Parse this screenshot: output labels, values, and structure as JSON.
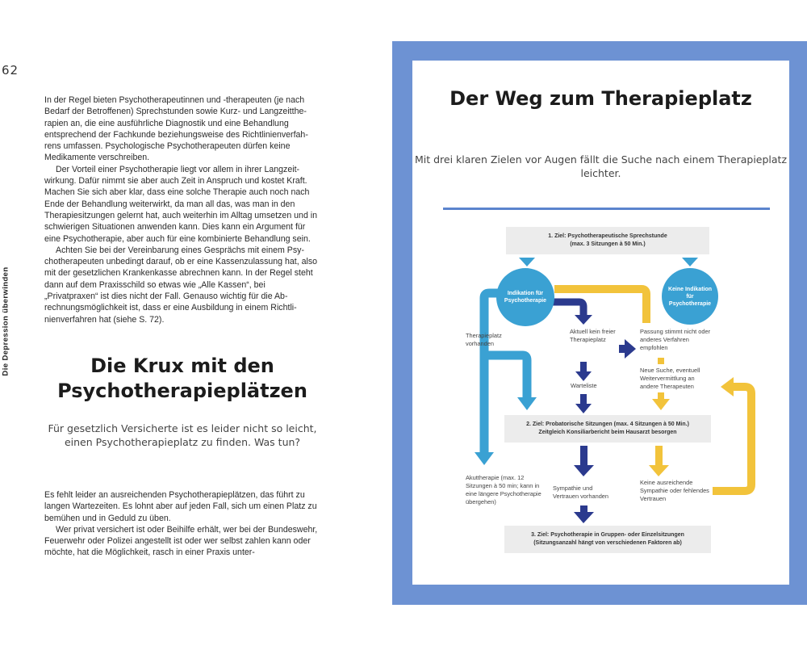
{
  "page": {
    "number": "62",
    "side_title": "Die Depression überwinden"
  },
  "left": {
    "top_paragraphs": [
      "In der Regel bieten Psychotherapeutinnen und -therapeuten (je nach Bedarf der Betroffenen) Sprechstunden sowie Kurz- und Langzeitthe­rapien an, die eine ausführliche Diagnostik und eine Behandlung entsprechend der Fachkunde beziehungsweise des Richtlinienverfah­rens umfassen. Psychologische Psychotherapeuten dürfen keine Medikamente verschreiben.",
      "Der Vorteil einer Psychotherapie liegt vor allem in ihrer Langzeit­wirkung. Dafür nimmt sie aber auch Zeit in Anspruch und kostet Kraft. Machen Sie sich aber klar, dass eine solche Therapie auch noch nach Ende der Behandlung weiterwirkt, da man all das, was man in den Therapiesitzungen gelernt hat, auch weiterhin im Alltag umsetzen und in schwierigen Situationen anwenden kann. Dies kann ein Argument für eine Psychotherapie, aber auch für eine kom­binierte Behandlung sein.",
      "Achten Sie bei der Vereinbarung eines Gesprächs mit einem Psy­chotherapeuten unbedingt darauf, ob er eine Kassenzulassung hat, also mit der gesetzlichen Krankenkasse abrechnen kann. In der Re­gel steht dann auf dem Praxisschild so etwas wie „Alle Kassen“, bei „Privatpraxen“ ist dies nicht der Fall. Genauso wichtig für die Ab­rechnungsmöglichkeit ist, dass er eine Ausbildung in einem Richtli­nienverfahren hat (siehe S. 72)."
    ],
    "heading": "Die Krux mit den Psychotherapieplätzen",
    "lead": "Für gesetzlich Versicherte ist es leider nicht so leicht, einen Psychotherapieplatz zu finden. Was tun?",
    "bottom_paragraphs": [
      "Es fehlt leider an ausreichenden Psychotherapieplätzen, das führt zu langen Wartezeiten. Es lohnt aber auf jeden Fall, sich um einen Platz zu bemühen und in Geduld zu üben.",
      "Wer privat versichert ist oder Beihilfe erhält, wer bei der Bundes­wehr, Feuerwehr oder Polizei angestellt ist oder wer selbst zahlen kann oder möchte, hat die Möglichkeit, rasch in einer Praxis unter-"
    ]
  },
  "right": {
    "title": "Der Weg zum Therapieplatz",
    "lead": "Mit drei klaren Zielen vor Augen fällt die Suche nach einem Therapieplatz leichter.",
    "flow": {
      "goal1_line1": "1. Ziel: Psychotherapeutische Sprechstunde",
      "goal1_line2": "(max. 3 Sitzungen à 50 Min.)",
      "circle_left": "Indikation für Psychotherapie",
      "circle_right": "Keine Indikation für Psychotherapie",
      "label_therapieplatz": "Therapieplatz vorhanden",
      "label_kein_platz": "Aktuell kein freier Therapie­platz",
      "label_passung": "Passung stimmt nicht oder anderes Verfahren empfohlen",
      "label_neue_suche": "Neue Suche, eventuell Weitervermittlung an andere Therapeuten",
      "label_warteliste": "Warteliste",
      "goal2_line1": "2. Ziel: Probatorische Sitzungen (max. 4 Sitzungen à 50 Min.)",
      "goal2_line2": "Zeitgleich Konsiliarbericht beim Hausarzt besorgen",
      "label_akut": "Akuttherapie (max. 12 Sitzungen à 50 min; kann in eine längere Psychothe­rapie übergehen)",
      "label_sympathie": "Sympathie und Vertrauen vorhanden",
      "label_keine_sympathie": "Keine ausreichende Sympathie oder fehlendes Vertrauen",
      "goal3_line1": "3. Ziel: Psychotherapie in Gruppen- oder Einzelsitzungen",
      "goal3_line2": "(Sitzungsanzahl hängt von verschiedenen Faktoren ab)"
    },
    "colors": {
      "panel_border": "#6d92d3",
      "light_blue": "#3aa1d3",
      "dark_blue": "#2b3a8e",
      "yellow": "#f2c33b",
      "box_gray": "#ececec"
    }
  }
}
